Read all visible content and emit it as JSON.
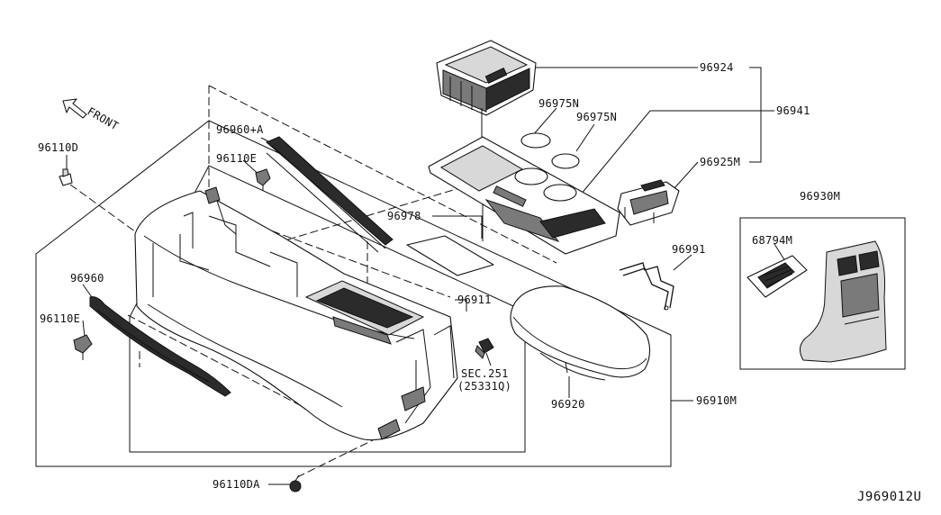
{
  "colors": {
    "ink": "#111111",
    "paper": "#ffffff"
  },
  "front_indicator": {
    "label": "FRONT",
    "icon": "arrow-up-left-icon"
  },
  "labels": {
    "p96924": "96924",
    "p96975n_a": "96975N",
    "p96975n_b": "96975N",
    "p96941": "96941",
    "p96925m": "96925M",
    "p96930m": "96930M",
    "p68794m": "68794M",
    "p96991": "96991",
    "p96960a": "96960+A",
    "p96110e_top": "96110E",
    "p96110d": "96110D",
    "p96978": "96978",
    "p96960": "96960",
    "p96110e_left": "96110E",
    "p96911": "96911",
    "sec251": "SEC.251",
    "sec251_part": "(25331Q)",
    "p96920": "96920",
    "p96910m": "96910M",
    "p96110da": "96110DA"
  },
  "diagram_ref": "J969012U"
}
